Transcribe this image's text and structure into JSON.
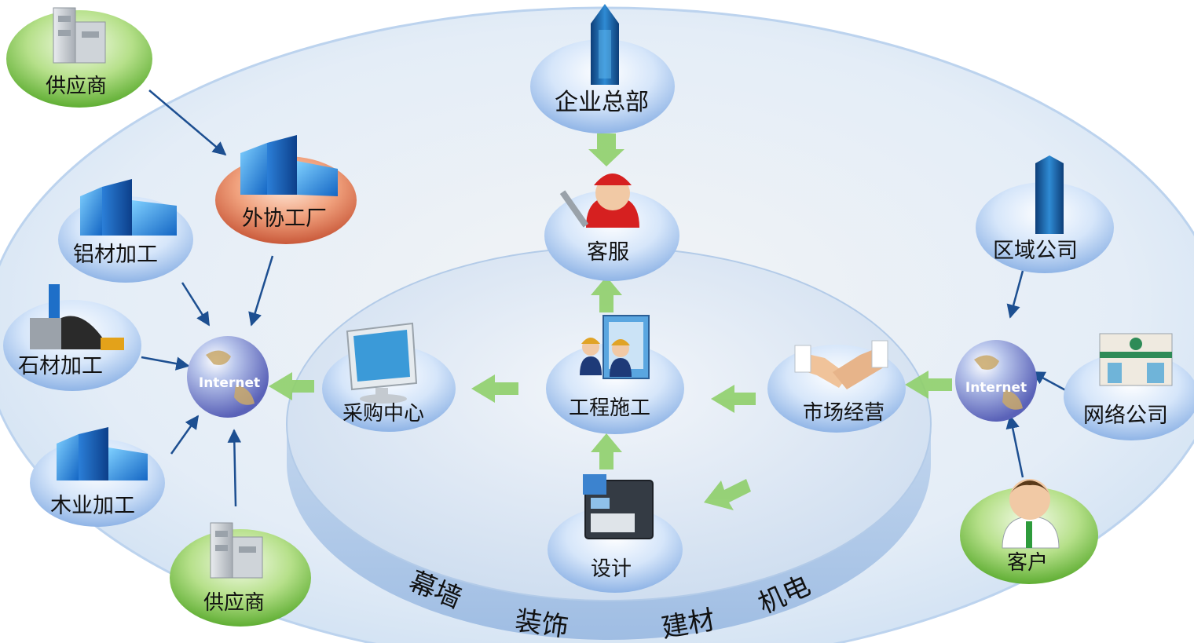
{
  "nodes": {
    "supplier_top": "供应商",
    "outsource_factory": "外协工厂",
    "aluminum": "铝材加工",
    "stone": "石材加工",
    "wood": "木业加工",
    "supplier_bottom": "供应商",
    "internet_left": "Internet",
    "procurement": "采购中心",
    "headquarters": "企业总部",
    "customer_service": "客服",
    "construction": "工程施工",
    "design": "设计",
    "marketing": "市场经营",
    "regional": "区域公司",
    "internet_right": "Internet",
    "network_company": "网络公司",
    "customer": "客户"
  },
  "ring_labels": [
    "幕墙",
    "装饰",
    "建材",
    "机电"
  ],
  "colors": {
    "blue_node": "#a9c8ef",
    "green_node": "#7dc452",
    "orange_node": "#dd7a5a",
    "arrow_dark": "#1d4f91",
    "arrow_green": "#8fcf6a"
  }
}
